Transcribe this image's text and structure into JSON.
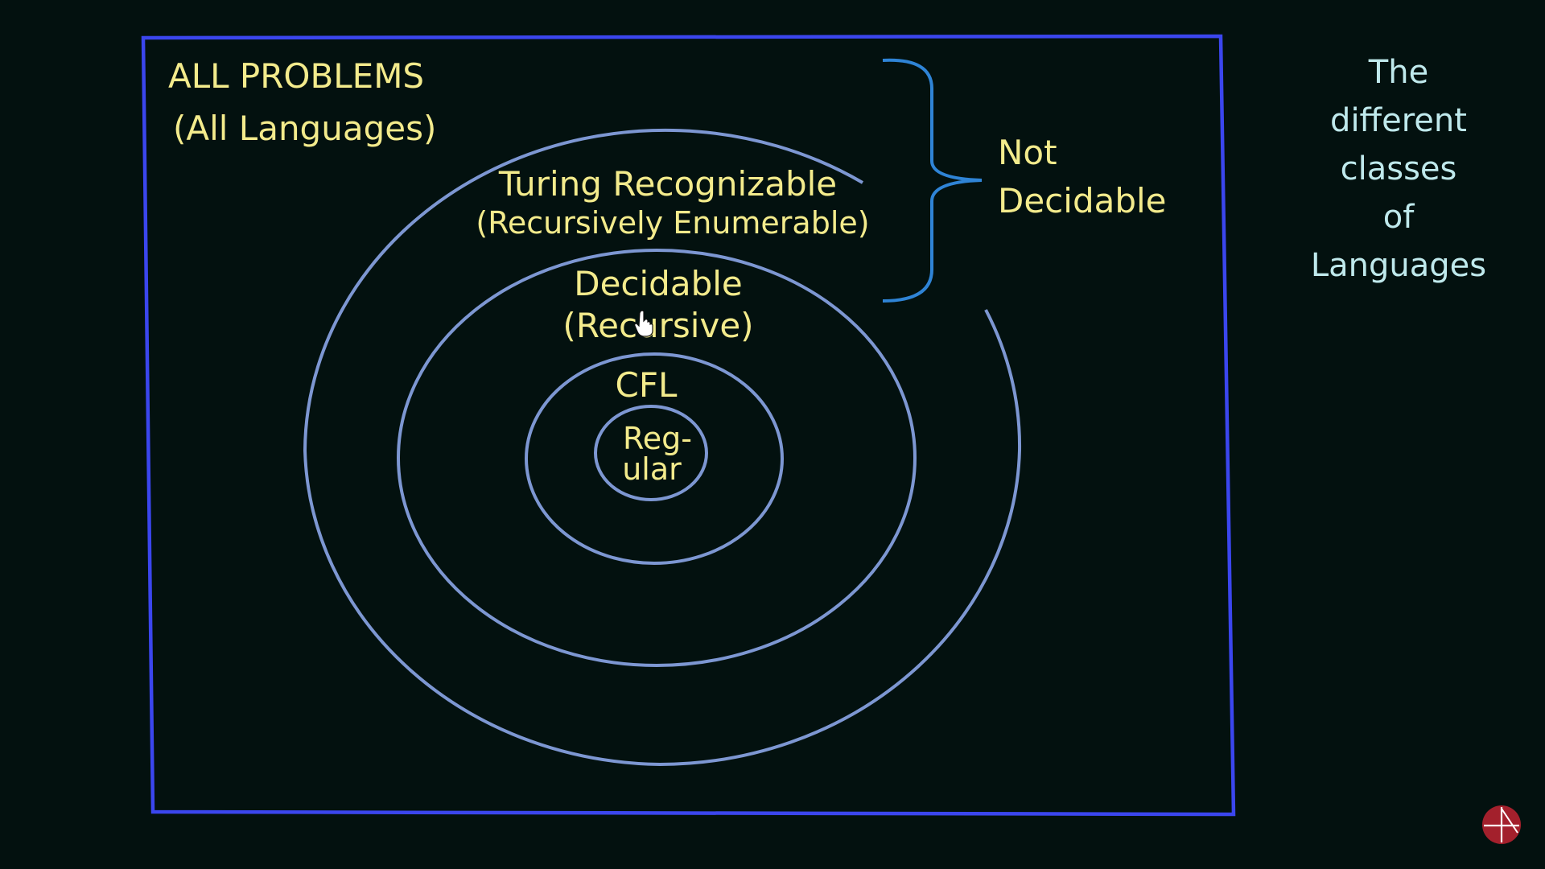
{
  "diagram": {
    "all_problems": {
      "title": "ALL PROBLEMS",
      "subtitle": "(All Languages)"
    },
    "turing_recognizable": {
      "title": "Turing Recognizable",
      "subtitle": "(Recursively Enumerable)"
    },
    "decidable": {
      "title": "Decidable",
      "subtitle": "(Recursive)"
    },
    "cfl": {
      "title": "CFL"
    },
    "regular": {
      "line1": "Reg-",
      "line2": "ular"
    },
    "not_decidable": {
      "line1": "Not",
      "line2": "Decidable"
    }
  },
  "side_note": {
    "lines": [
      "The",
      "different",
      "classes",
      "of",
      "Languages"
    ]
  },
  "colors": {
    "background": "#03110f",
    "frame": "#3b46ee",
    "circles": "#7d97d2",
    "brace": "#2f84d6",
    "label_text": "#f3eb8c",
    "side_text": "#bfe9ec",
    "logo": "#a3202c"
  },
  "icons": {
    "cursor": "hand-pointer-icon",
    "logo": "channel-logo-icon"
  }
}
